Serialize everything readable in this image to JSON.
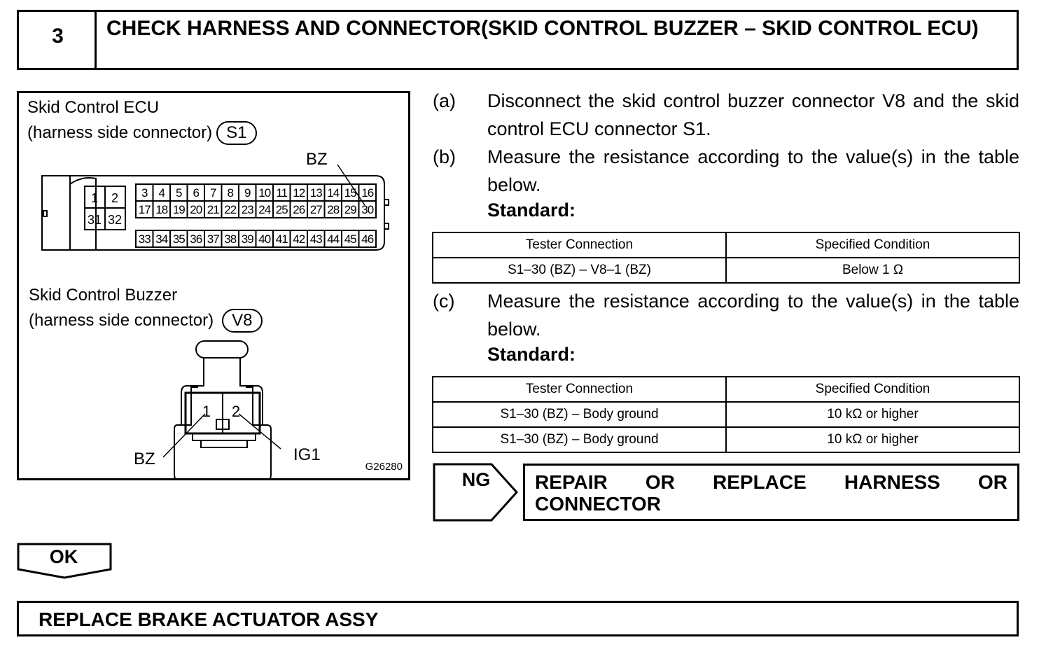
{
  "step": {
    "number": "3",
    "title": "CHECK HARNESS AND CONNECTOR(SKID CONTROL BUZZER – SKID CONTROL ECU)"
  },
  "figure": {
    "ecu_title": "Skid Control ECU",
    "ecu_subtitle": "(harness side connector)",
    "ecu_connector": "S1",
    "ecu_pin_label": "BZ",
    "ecu_pins_left_top": [
      "1",
      "2"
    ],
    "ecu_pins_left_bottom": [
      "31",
      "32"
    ],
    "ecu_pins_row1": [
      "3",
      "4",
      "5",
      "6",
      "7",
      "8",
      "9",
      "10",
      "11",
      "12",
      "13",
      "14",
      "15",
      "16"
    ],
    "ecu_pins_row2": [
      "17",
      "18",
      "19",
      "20",
      "21",
      "22",
      "23",
      "24",
      "25",
      "26",
      "27",
      "28",
      "29",
      "30"
    ],
    "ecu_pins_row3": [
      "33",
      "34",
      "35",
      "36",
      "37",
      "38",
      "39",
      "40",
      "41",
      "42",
      "43",
      "44",
      "45",
      "46"
    ],
    "buzzer_title": "Skid Control Buzzer",
    "buzzer_subtitle": "(harness side connector)",
    "buzzer_connector": "V8",
    "buzzer_pin1": "1",
    "buzzer_pin2": "2",
    "buzzer_label1": "BZ",
    "buzzer_label2": "IG1",
    "code": "G26280"
  },
  "instructions": {
    "a_mark": "(a)",
    "a_text": "Disconnect the skid control buzzer connector V8 and the skid control ECU connector S1.",
    "b_mark": "(b)",
    "b_text": "Measure the resistance according to the value(s) in the table below.",
    "c_mark": "(c)",
    "c_text": "Measure the resistance according to the value(s) in the table below.",
    "standard": "Standard:"
  },
  "table1": {
    "headers": [
      "Tester Connection",
      "Specified Condition"
    ],
    "rows": [
      [
        "S1–30 (BZ) – V8–1 (BZ)",
        "Below 1 Ω"
      ]
    ]
  },
  "table2": {
    "headers": [
      "Tester Connection",
      "Specified Condition"
    ],
    "rows": [
      [
        "S1–30 (BZ) – Body ground",
        "10 kΩ or higher"
      ],
      [
        "S1–30 (BZ) – Body ground",
        "10 kΩ or higher"
      ]
    ]
  },
  "ng": {
    "label": "NG",
    "action": "REPAIR OR REPLACE HARNESS OR CONNECTOR"
  },
  "ok": {
    "label": "OK",
    "action": "REPLACE BRAKE ACTUATOR ASSY"
  }
}
